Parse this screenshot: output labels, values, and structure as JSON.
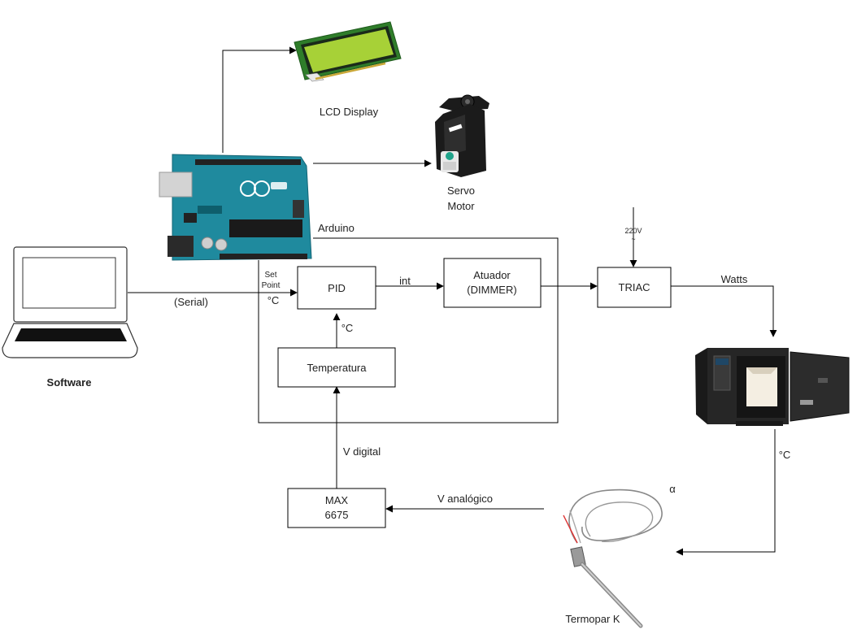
{
  "labels": {
    "lcd_display": "LCD Display",
    "servo_line1": "Servo",
    "servo_line2": "Motor",
    "arduino": "Arduino",
    "software": "Software",
    "serial": "(Serial)",
    "set_point_line1": "Set",
    "set_point_line2": "Point",
    "setpoint_unit": "°C",
    "pid": "PID",
    "int": "int",
    "atuador_line1": "Atuador",
    "atuador_line2": "(DIMMER)",
    "triac": "TRIAC",
    "supply_voltage": "220V",
    "supply_symbol": "~",
    "watts": "Watts",
    "feedback_unit": "°C",
    "temperatura": "Temperatura",
    "v_digital": "V digital",
    "max_line1": "MAX",
    "max_line2": "6675",
    "v_analogico": "V analógico",
    "alpha": "α",
    "termopar": "Termopar K",
    "furnace_unit": "°C"
  },
  "colors": {
    "arduino_board": "#1f8a9e",
    "lcd_screen": "#a7d137",
    "lcd_pcb": "#2f7d2a",
    "servo_body": "#1b1b1b",
    "furnace_body": "#262626",
    "furnace_chamber": "#f4eee2",
    "line": "#000000"
  },
  "icons": {
    "computer": "laptop-icon",
    "lcd": "lcd-display-icon",
    "servo": "servo-motor-icon",
    "arduino": "arduino-uno-icon",
    "furnace": "furnace-icon",
    "thermocouple": "thermocouple-probe-icon"
  }
}
